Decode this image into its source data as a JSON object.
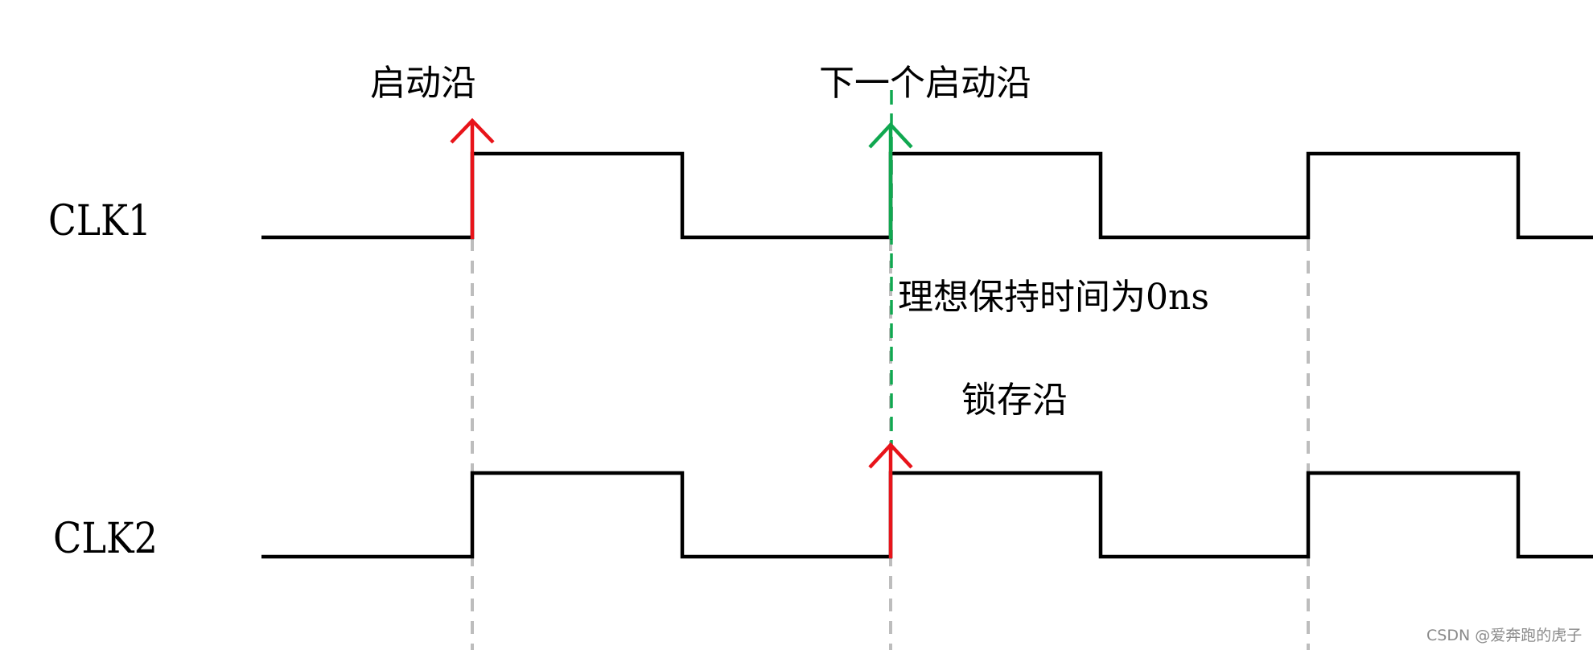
{
  "signals": [
    {
      "label": "CLK1"
    },
    {
      "label": "CLK2"
    }
  ],
  "annotations": {
    "launch_edge": "启动沿",
    "next_launch_edge": "下一个启动沿",
    "ideal_hold_time": "理想保持时间为0ns",
    "latch_edge": "锁存沿"
  },
  "watermark": "CSDN @爱奔跑的虎子",
  "colors": {
    "waveform": "#000000",
    "launch_arrow": "#e8141a",
    "next_launch_arrow": "#10a850",
    "latch_arrow": "#e8141a",
    "guide_lines": "#bdbdbd"
  },
  "icons": [
    "up-arrow-icon"
  ]
}
